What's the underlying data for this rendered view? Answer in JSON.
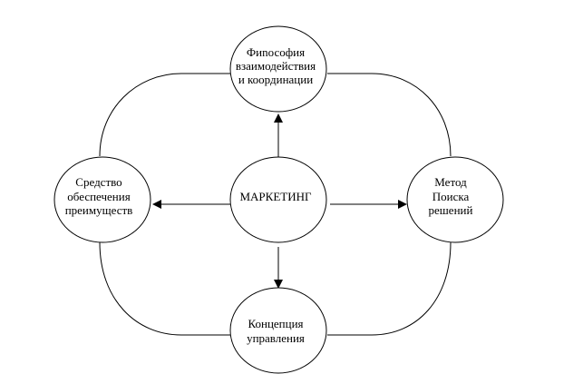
{
  "center": {
    "label": "МАРКЕТИНГ"
  },
  "nodes": {
    "top": {
      "lines": [
        "Фиnософия",
        "взаимодействия",
        "и координации"
      ]
    },
    "left": {
      "lines": [
        "Средство",
        "обеспечения",
        "преимуществ"
      ]
    },
    "right": {
      "lines": [
        "Метод",
        "Поиска",
        "решений"
      ]
    },
    "bottom": {
      "lines": [
        "Концепция",
        "управления"
      ]
    }
  }
}
